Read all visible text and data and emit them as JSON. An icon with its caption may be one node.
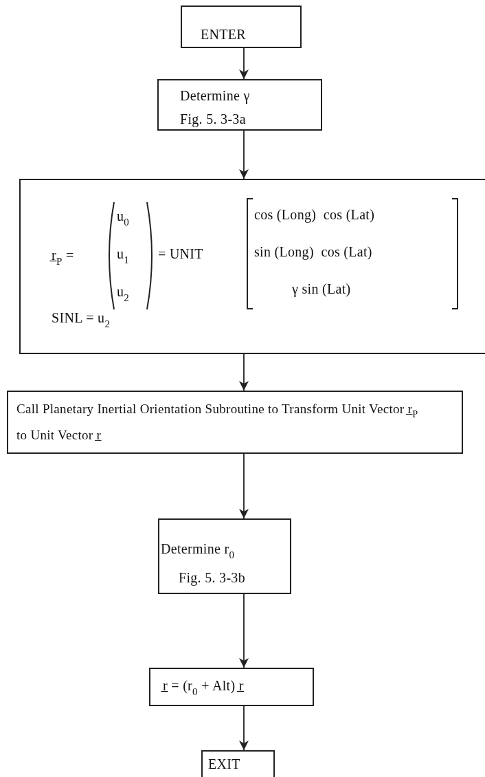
{
  "diagram": {
    "nodes": [
      {
        "text": [
          "ENTER"
        ]
      },
      {
        "text": [
          "Determine γ",
          "Fig. 5. 3-3a"
        ]
      },
      {
        "text": [
          "r̲$_{P}$ =",
          "u$_{0}$",
          "u$_{1}$",
          "u$_{2}$",
          "= UNIT",
          "cos (Long)  cos (Lat)",
          "sin (Long)  cos (Lat)",
          "γ sin (Lat)",
          "SINL = u$_{2}$"
        ]
      },
      {
        "text": [
          "Call Planetary Inertial Orientation Subroutine to Transform Unit Vector r̲$_{P}$ to Unit Vector r̲"
        ]
      },
      {
        "text": [
          "Determine r$_{0}$",
          "Fig. 5. 3-3b"
        ]
      },
      {
        "text": [
          "r̲ = (r$_{0}$ + Alt) r̲"
        ]
      },
      {
        "text": [
          "EXIT"
        ]
      }
    ],
    "edges": [
      {
        "from": 0,
        "to": 1,
        "arrow": "to"
      },
      {
        "from": 1,
        "to": 2,
        "arrow": "to"
      },
      {
        "from": 2,
        "to": 3,
        "arrow": "to"
      },
      {
        "from": 3,
        "to": 4,
        "arrow": "to"
      },
      {
        "from": 4,
        "to": 5,
        "arrow": "to"
      },
      {
        "from": 5,
        "to": 6,
        "arrow": "to"
      }
    ]
  }
}
